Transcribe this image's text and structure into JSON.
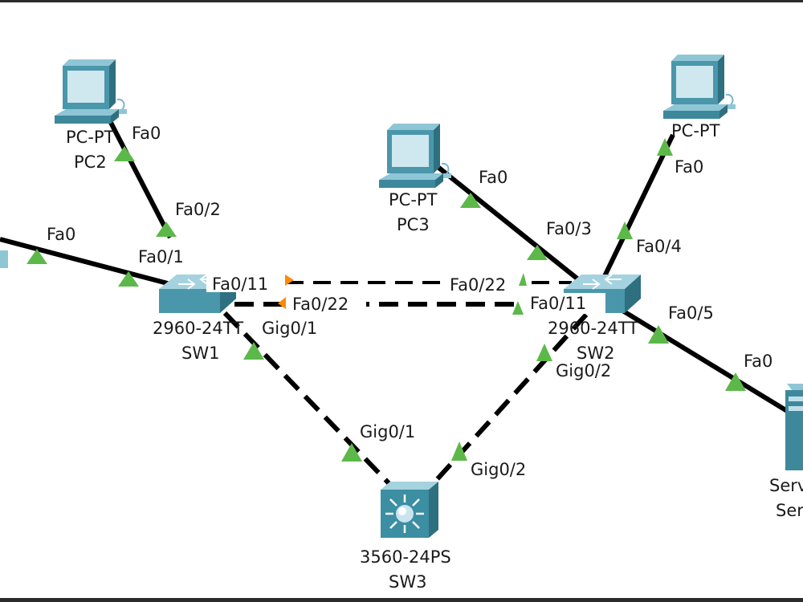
{
  "devices": {
    "pc2": {
      "model": "PC-PT",
      "name": "PC2"
    },
    "pc3": {
      "model": "PC-PT",
      "name": "PC3"
    },
    "pc_right": {
      "model": "PC-PT"
    },
    "sw1": {
      "model": "2960-24TT",
      "name": "SW1"
    },
    "sw2": {
      "model": "2960-24TT",
      "name": "SW2"
    },
    "sw3": {
      "model": "3560-24PS",
      "name": "SW3"
    },
    "server": {
      "model": "Serv",
      "name": "Ser"
    }
  },
  "ports": {
    "pc_left_fa0": "Fa0",
    "sw1_fa0_1": "Fa0/1",
    "pc2_fa0": "Fa0",
    "sw1_fa0_2": "Fa0/2",
    "sw1_fa0_11": "Fa0/11",
    "sw1_fa0_22": "Fa0/22",
    "sw1_gig0_1": "Gig0/1",
    "pc3_fa0": "Fa0",
    "sw2_fa0_3": "Fa0/3",
    "pc_right_fa0": "Fa0",
    "sw2_fa0_4": "Fa0/4",
    "sw2_fa0_22": "Fa0/22",
    "sw2_fa0_11": "Fa0/11",
    "sw2_fa0_5": "Fa0/5",
    "sw2_gig0_2": "Gig0/2",
    "server_fa0": "Fa0",
    "sw3_gig0_1": "Gig0/1",
    "sw3_gig0_2": "Gig0/2"
  },
  "colors": {
    "link_up": "#5db84a",
    "link_blocking": "#ff8a00",
    "device_teal": "#3c8ea2",
    "cable": "#000000"
  }
}
